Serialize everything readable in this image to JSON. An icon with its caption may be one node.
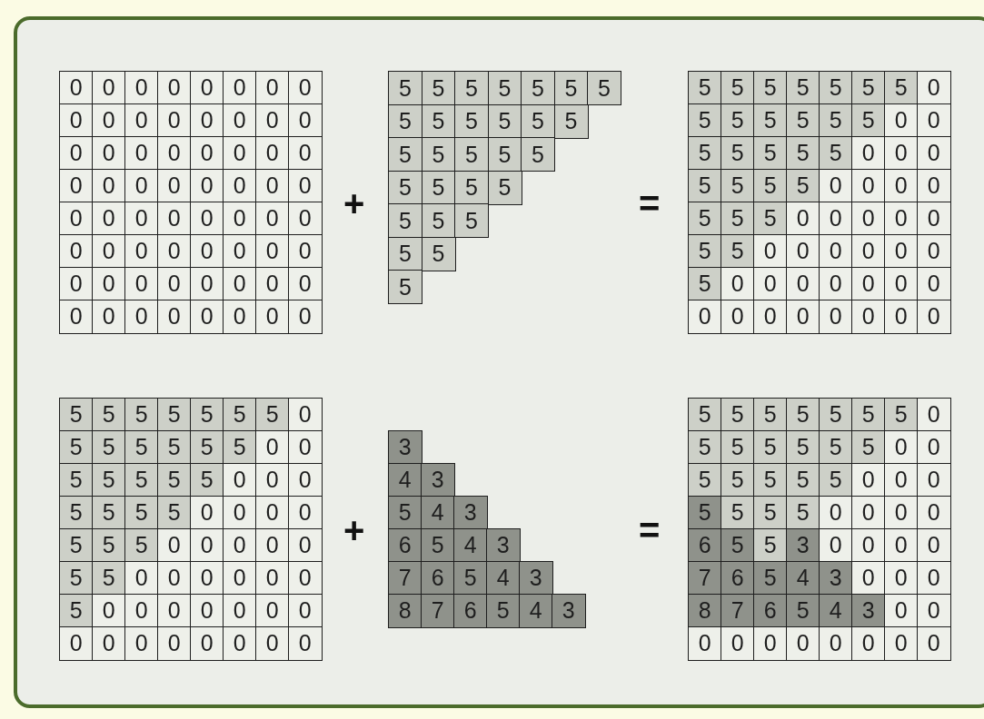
{
  "diagram": {
    "labels": [
      "0",
      "0",
      "0",
      "0",
      "0",
      "0",
      "0",
      "0",
      "0",
      "0",
      "0",
      "0",
      "0",
      "0",
      "0",
      "0",
      "0",
      "0",
      "0",
      "0",
      "0",
      "0",
      "0",
      "0",
      "0",
      "0",
      "0",
      "0",
      "0",
      "0",
      "0",
      "0",
      "0",
      "0",
      "0",
      "0",
      "0",
      "0",
      "0",
      "0",
      "0",
      "0",
      "0",
      "0",
      "0",
      "0",
      "0",
      "0",
      "0",
      "0",
      "0",
      "0",
      "0",
      "0",
      "0",
      "0",
      "0",
      "0",
      "0",
      "0",
      "0",
      "0",
      "0",
      "0",
      "+",
      "5",
      "5",
      "5",
      "5",
      "5",
      "5",
      "5",
      "5",
      "5",
      "5",
      "5",
      "5",
      "5",
      "5",
      "5",
      "5",
      "5",
      "5",
      "5",
      "5",
      "5",
      "5",
      "5",
      "5",
      "5",
      "5",
      "5",
      "5",
      "=",
      "5",
      "5",
      "5",
      "5",
      "5",
      "5",
      "5",
      "0",
      "5",
      "5",
      "5",
      "5",
      "5",
      "5",
      "0",
      "0",
      "5",
      "5",
      "5",
      "5",
      "5",
      "0",
      "0",
      "0",
      "5",
      "5",
      "5",
      "5",
      "0",
      "0",
      "0",
      "0",
      "5",
      "5",
      "5",
      "0",
      "0",
      "0",
      "0",
      "0",
      "5",
      "5",
      "0",
      "0",
      "0",
      "0",
      "0",
      "0",
      "5",
      "0",
      "0",
      "0",
      "0",
      "0",
      "0",
      "0",
      "0",
      "0",
      "0",
      "0",
      "0",
      "0",
      "0",
      "0",
      "5",
      "5",
      "5",
      "5",
      "5",
      "5",
      "5",
      "0",
      "5",
      "5",
      "5",
      "5",
      "5",
      "5",
      "0",
      "0",
      "5",
      "5",
      "5",
      "5",
      "5",
      "0",
      "0",
      "0",
      "5",
      "5",
      "5",
      "5",
      "0",
      "0",
      "0",
      "0",
      "5",
      "5",
      "5",
      "0",
      "0",
      "0",
      "0",
      "0",
      "5",
      "5",
      "0",
      "0",
      "0",
      "0",
      "0",
      "0",
      "5",
      "0",
      "0",
      "0",
      "0",
      "0",
      "0",
      "0",
      "0",
      "0",
      "0",
      "0",
      "0",
      "0",
      "0",
      "0",
      "+",
      "3",
      "4",
      "3",
      "5",
      "4",
      "3",
      "6",
      "5",
      "4",
      "3",
      "7",
      "6",
      "5",
      "4",
      "3",
      "8",
      "7",
      "6",
      "5",
      "4",
      "3",
      "=",
      "5",
      "5",
      "5",
      "5",
      "5",
      "5",
      "5",
      "0",
      "5",
      "5",
      "5",
      "5",
      "5",
      "5",
      "0",
      "0",
      "5",
      "5",
      "5",
      "5",
      "5",
      "0",
      "0",
      "0",
      "5",
      "5",
      "5",
      "5",
      "0",
      "0",
      "0",
      "0",
      "6",
      "5",
      "5",
      "3",
      "0",
      "0",
      "0",
      "0",
      "7",
      "6",
      "5",
      "4",
      "3",
      "0",
      "0",
      "0",
      "8",
      "7",
      "6",
      "5",
      "4",
      "3",
      "0",
      "0",
      "0",
      "0",
      "0",
      "0",
      "0",
      "0",
      "0",
      "0"
    ]
  }
}
